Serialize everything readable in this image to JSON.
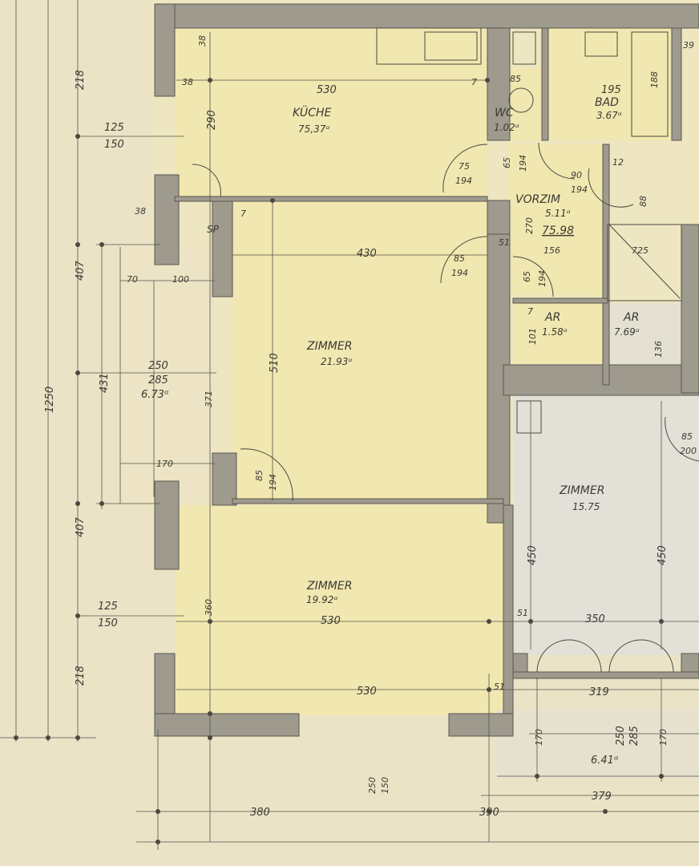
{
  "rooms": {
    "kueche": {
      "name": "KÜCHE",
      "area": "75,37ᵅ"
    },
    "zimmer1": {
      "name": "ZIMMER",
      "area": "21.93ᵅ"
    },
    "zimmer2": {
      "name": "ZIMMER",
      "area": "19.92ᵅ"
    },
    "zimmer3": {
      "name": "ZIMMER",
      "area": "15.75"
    },
    "wc": {
      "name": "WC",
      "area": "1.02ᵅ"
    },
    "bad": {
      "name": "BAD",
      "area": "3.67ᵅ"
    },
    "vorzim": {
      "name": "VORZIM",
      "area": "5.11ᵅ",
      "total": "75.98"
    },
    "ar1": {
      "name": "AR",
      "area": "1.58ᵅ"
    },
    "ar2": {
      "name": "AR",
      "area": "7.69ᵅ"
    },
    "loggia1": {
      "w": "250",
      "h": "285",
      "area": "6.73ᵅ"
    },
    "loggia2": {
      "w": "250",
      "h": "285",
      "area": "6.41ᵅ"
    },
    "sp": "SP"
  },
  "dims": {
    "left_218a": "218",
    "left_407a": "407",
    "left_1250": "1250",
    "left_431": "431",
    "left_407b": "407",
    "left_218b": "218",
    "w125a": "125",
    "w150a": "150",
    "w125b": "125",
    "w150b": "150",
    "k530": "530",
    "k290": "290",
    "k38a": "38",
    "k38b": "38",
    "k38c": "38",
    "z430": "430",
    "z510": "510",
    "z530a": "530",
    "z530b": "530",
    "z360": "360",
    "z371": "371",
    "z70": "70",
    "z100": "100",
    "z170": "170",
    "z450a": "450",
    "z450b": "450",
    "z350": "350",
    "z319": "319",
    "z170a": "170",
    "z170b": "170",
    "z379": "379",
    "b380": "380",
    "b390": "390",
    "b250": "250",
    "b150": "150",
    "wc85": "85",
    "bad195": "195",
    "bad188": "188",
    "d75": "75",
    "d194a": "194",
    "d65a": "65",
    "d194b": "194",
    "d90": "90",
    "d194c": "194",
    "d85": "85",
    "d194d": "194",
    "d65b": "65",
    "d194e": "194",
    "v270": "270",
    "v156": "156",
    "ar101": "101",
    "ar136": "136",
    "ar725": "725",
    "d85b": "85",
    "d194f": "194",
    "d51a": "51",
    "d51b": "51",
    "d51c": "51",
    "d7a": "7",
    "d7b": "7",
    "d7c": "7",
    "d12": "12",
    "d88": "88",
    "e85": "85",
    "e200": "200",
    "d39": "39"
  }
}
